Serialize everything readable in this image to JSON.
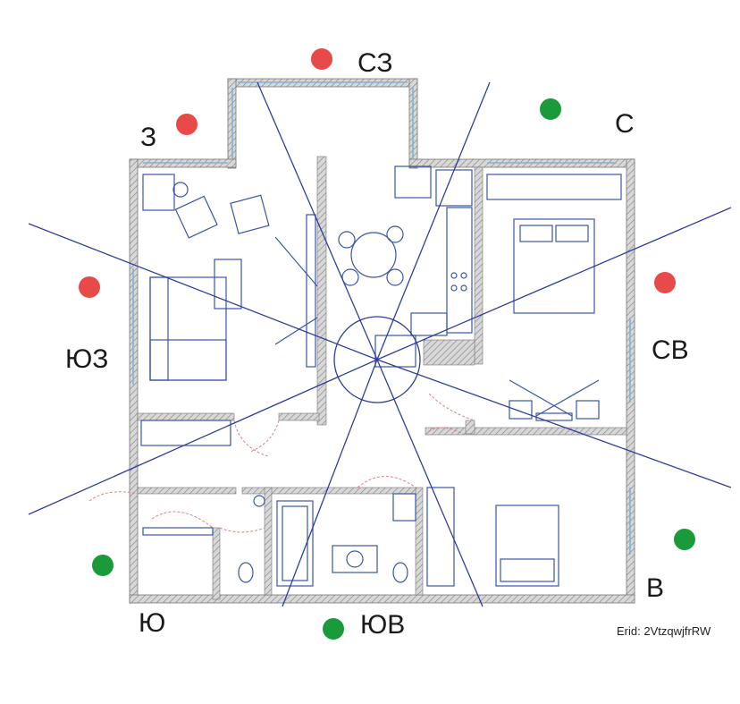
{
  "directions": {
    "nw": "СЗ",
    "w": "З",
    "n": "С",
    "sw": "ЮЗ",
    "ne": "СВ",
    "s": "Ю",
    "se": "ЮВ",
    "e": "В"
  },
  "markers": {
    "bad_color": "#e84a4a",
    "good_color": "#1a9a3a",
    "bad": [
      "nw",
      "w",
      "sw",
      "ne"
    ],
    "good": [
      "n",
      "s",
      "se",
      "e"
    ]
  },
  "plan_colors": {
    "wall": "#9a9a9a",
    "furniture": "#3a55a8",
    "window": "#7fb3d9",
    "rays": "#2f3f9a",
    "doors": "#e08080"
  },
  "erid": "Erid: 2VtzqwjfrRW"
}
